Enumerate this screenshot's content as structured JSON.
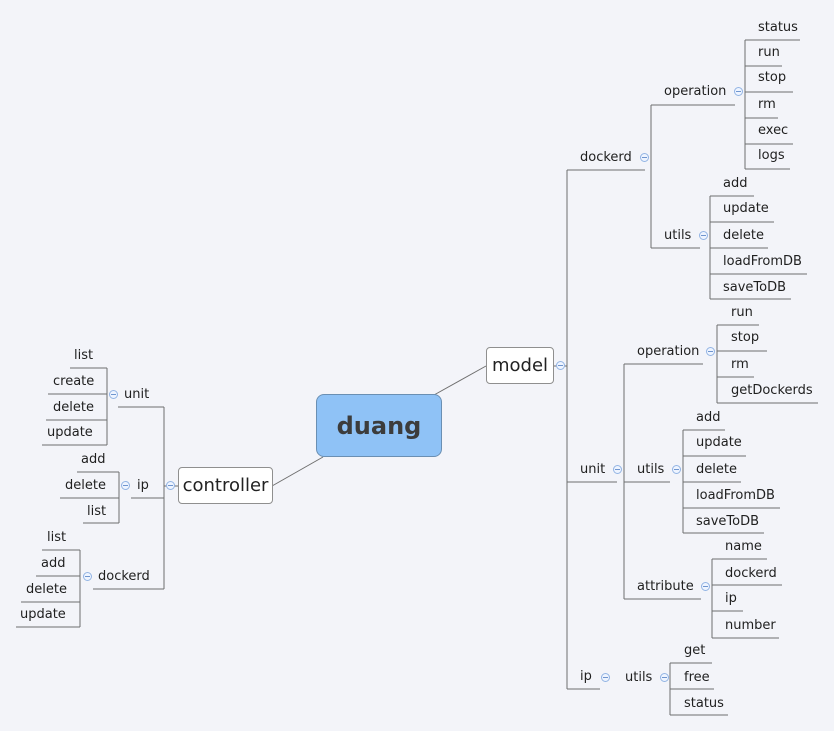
{
  "root": {
    "label": "duang"
  },
  "model": {
    "label": "model",
    "dockerd": {
      "label": "dockerd",
      "operation": {
        "label": "operation",
        "items": [
          "status",
          "run",
          "stop",
          "rm",
          "exec",
          "logs"
        ]
      },
      "utils": {
        "label": "utils",
        "items": [
          "add",
          "update",
          "delete",
          "loadFromDB",
          "saveToDB"
        ]
      }
    },
    "unit": {
      "label": "unit",
      "operation": {
        "label": "operation",
        "items": [
          "run",
          "stop",
          "rm",
          "getDockerds"
        ]
      },
      "utils": {
        "label": "utils",
        "items": [
          "add",
          "update",
          "delete",
          "loadFromDB",
          "saveToDB"
        ]
      },
      "attribute": {
        "label": "attribute",
        "items": [
          "name",
          "dockerd",
          "ip",
          "number"
        ]
      }
    },
    "ip": {
      "label": "ip",
      "utils": {
        "label": "utils",
        "items": [
          "get",
          "free",
          "status"
        ]
      }
    }
  },
  "controller": {
    "label": "controller",
    "unit": {
      "label": "unit",
      "items": [
        "list",
        "create",
        "delete",
        "update"
      ]
    },
    "ip": {
      "label": "ip",
      "items": [
        "add",
        "delete",
        "list"
      ]
    },
    "dockerd": {
      "label": "dockerd",
      "items": [
        "list",
        "add",
        "delete",
        "update"
      ]
    }
  }
}
